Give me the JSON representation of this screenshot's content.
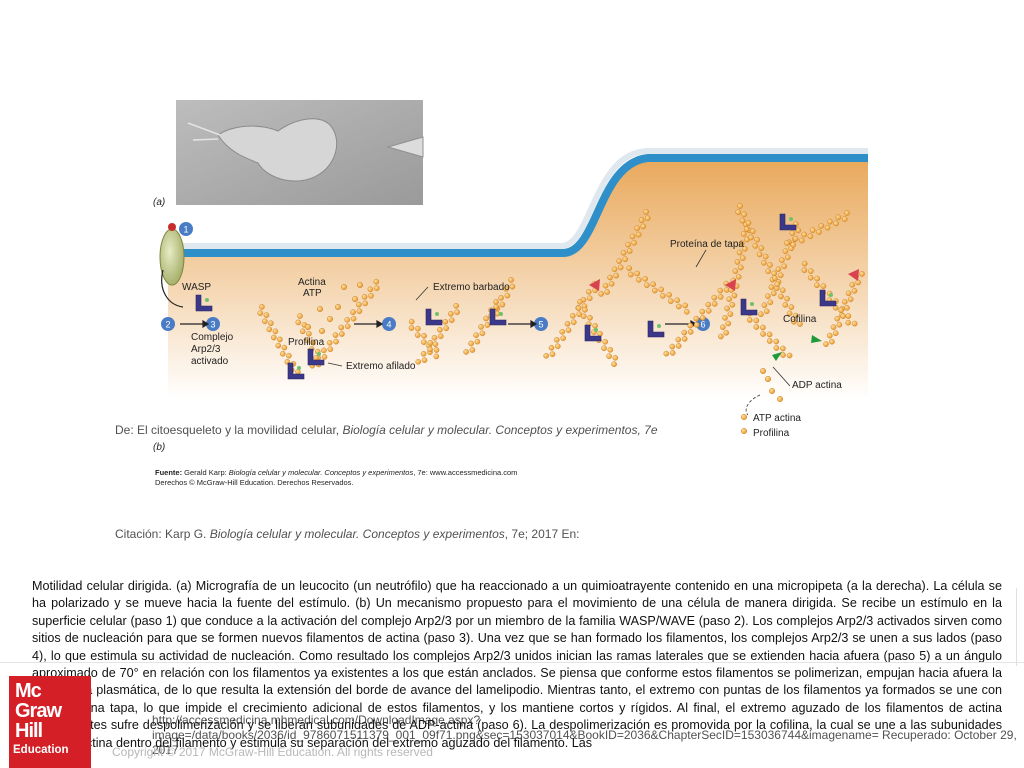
{
  "figure": {
    "panel_a": "(a)",
    "panel_b": "(b)",
    "steps": [
      "1",
      "2",
      "3",
      "4",
      "5",
      "6"
    ],
    "labels": {
      "wasp": "WASP",
      "actina_atp": [
        "Actina",
        "ATP"
      ],
      "complejo": [
        "Complejo",
        "Arp2/3",
        "activado"
      ],
      "profilina": "Profilina",
      "extremo_barbado": "Extremo barbado",
      "extremo_afilado": "Extremo afilado",
      "proteina_tapa": [
        "Proteína de tapa"
      ],
      "cofilina": "Cofilina",
      "adp_actina": "ADP actina",
      "atp_actina": "ATP actina",
      "profilina_legend": "Profilina"
    },
    "colors": {
      "membrane_blue": "#2e8fc9",
      "cytoplasm_orange": "#e7a85a",
      "actin_bead": "#f0a63c",
      "arp23_purple": "#3c3889",
      "capping_red": "#d8434f",
      "cofilin_green": "#1f9a3a"
    }
  },
  "source": {
    "label": "Fuente:",
    "text_before": " Gerald Karp: ",
    "title": "Biología celular y molecular. Conceptos y experimentos",
    "text_after": ", 7e: www.accessmedicina.com",
    "rights": "Derechos © McGraw-Hill Education. Derechos Reservados."
  },
  "overlay": {
    "from_prefix": "De: El citoesqueleto y la movilidad celular, ",
    "from_title": "Biología celular y molecular. Conceptos y experimentos, 7e",
    "citation_prefix": "Citación: Karp G. ",
    "citation_title": "Biología celular y molecular. Conceptos y experimentos",
    "citation_suffix": ", 7e; 2017 En:",
    "url": "http://accessmedicina.mhmedical.com/DownloadImage.aspx?image=/data/books/2036/id_9786071511379_001_09f71.png&sec=153037014&BookID=2036&ChapterSecID=153036744&imagename= Recuperado: October 29, 2017",
    "copyright": "Copyright © 2017 McGraw-Hill Education. All rights reserved"
  },
  "caption": "Motilidad celular dirigida. (a) Micrografía de un leucocito (un neutrófilo) que ha reaccionado a un quimioatrayente contenido en una micropipeta (a la derecha). La célula se ha polarizado y se mueve hacia la fuente del estímulo. (b) Un mecanismo propuesto para el movimiento de una célula de manera dirigida. Se recibe un estímulo en la superficie celular (paso 1) que conduce a la activación del complejo Arp2/3 por un miembro de la familia WASP/WAVE (paso 2). Los complejos Arp2/3 activados sirven como sitios de nucleación para que se formen nuevos filamentos de actina (paso 3). Una vez que se han formado los filamentos, los complejos Arp2/3 se unen a sus lados (paso 4), lo que estimula su actividad de nucleación. Como resultado los complejos Arp2/3 unidos inician las ramas laterales que se extienden hacia afuera (paso 5) a un ángulo aproximado de 70° en relación con los filamentos ya existentes a los que están anclados. Se piensa que conforme estos filamentos se polimerizan, empujan hacia afuera la membrana plasmática, de lo que resulta la extensión del borde de avance del lamelipodio. Mientras tanto, el extremo con puntas de los filamentos ya formados se une con una proteína tapa, lo que impide el crecimiento adicional de estos filamentos, y los mantiene cortos y rígidos. Al final, el extremo aguzado de los filamentos de actina preexistentes sufre despolimerización y se liberan subunidades de ADP-actina (paso 6). La despolimerización es promovida por la cofilina, la cual se une a las subunidades de ADP-actina dentro del filamento y estimula su separación del extremo aguzado del filamento. Las",
  "logo": {
    "line1": "Mc",
    "line2": "Graw",
    "line3": "Hill",
    "line4": "Education"
  }
}
